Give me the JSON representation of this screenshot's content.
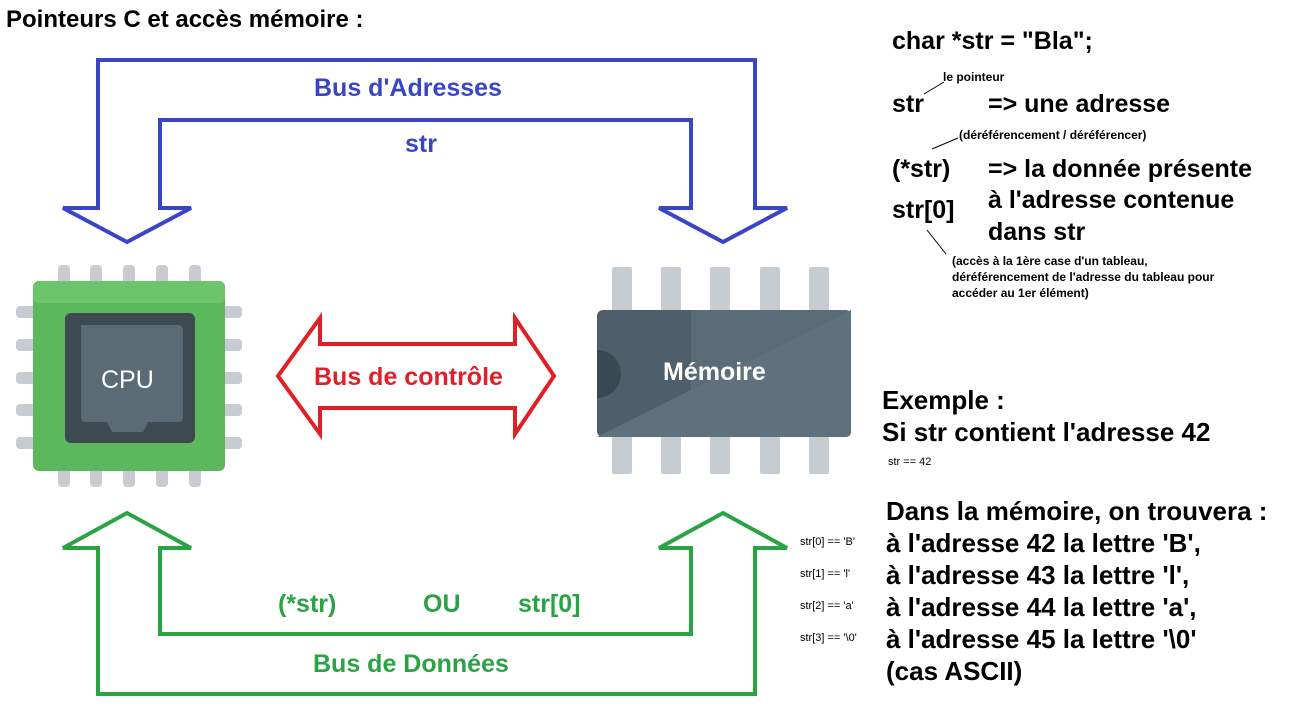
{
  "title": "Pointeurs C et accès mémoire :",
  "buses": {
    "address": "Bus d'Adresses",
    "address_value": "str",
    "control": "Bus de contrôle",
    "data": "Bus de Données",
    "data_value_1": "(*str)",
    "data_value_or": "OU",
    "data_value_2": "str[0]"
  },
  "chips": {
    "cpu": "CPU",
    "memory": "Mémoire"
  },
  "colors": {
    "address_bus": "#3a45c6",
    "control_bus": "#e02027",
    "data_bus": "#2aa345",
    "cpu_board": "#5cb85c",
    "memory_chip": "#4e5f6b",
    "pins": "#c6ccd1"
  },
  "explanation": {
    "declaration": "char *str = \"Bla\";",
    "pointer_note": "le pointeur",
    "str_label": "str",
    "str_desc": "=> une adresse",
    "deref_note": "(déréférencement / déréférencer)",
    "deref_label": "(*str)",
    "deref_desc_1": "=> la donnée présente",
    "deref_desc_2": "à l'adresse contenue",
    "deref_desc_3": "dans str",
    "index_label": "str[0]",
    "index_note_1": "(accès à la 1ère case d'un tableau,",
    "index_note_2": "déréférencement de l'adresse du tableau pour",
    "index_note_3": "accéder au 1er élément)"
  },
  "example": {
    "heading": "Exemple :",
    "line": "Si str contient l'adresse 42",
    "small": "str == 42",
    "memory_intro": "Dans la mémoire, on trouvera :",
    "rows": [
      {
        "expr": "str[0] == 'B'",
        "text": "à l'adresse 42 la lettre 'B',"
      },
      {
        "expr": "str[1] == 'l'",
        "text": "à l'adresse 43 la lettre 'l',"
      },
      {
        "expr": "str[2] == 'a'",
        "text": "à l'adresse 44 la lettre 'a',"
      },
      {
        "expr": "str[3] == '\\0'",
        "text": "à l'adresse 45 la lettre '\\0'"
      }
    ],
    "footer": "(cas ASCII)"
  }
}
